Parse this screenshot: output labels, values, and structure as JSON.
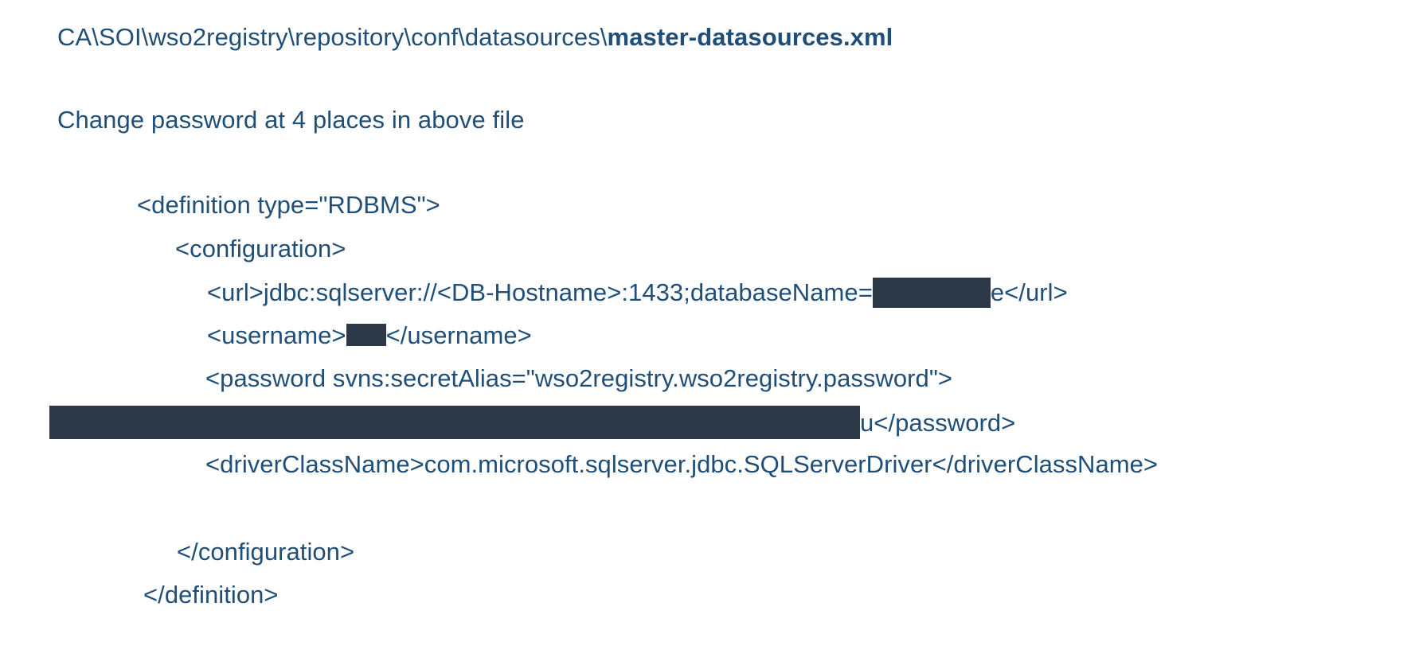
{
  "document": {
    "file_path": {
      "prefix": "CA\\SOI\\wso2registry\\repository\\conf\\datasources\\",
      "filename_bold": "master-datasources.xml"
    },
    "instruction": "Change password at 4 places in above file",
    "code_block": {
      "definition_open": "<definition type=\"RDBMS\">",
      "configuration_open": "<configuration>",
      "url": {
        "before_redaction": "<url>jdbc:sqlserver://<DB-Hostname>:1433;databaseName=",
        "after_redaction": "e</url>"
      },
      "username": {
        "before_redaction": "<username>",
        "after_redaction": "</username>"
      },
      "password_open": "<password svns:secretAlias=\"wso2registry.wso2registry.password\">",
      "password_value": {
        "before_redaction": "",
        "after_redaction": "u</password>"
      },
      "driver_class_name": "<driverClassName>com.microsoft.sqlserver.jdbc.SQLServerDriver</driverClassName>",
      "configuration_close": "</configuration>",
      "definition_close": "</definition>"
    }
  },
  "style": {
    "text_color": "#1f4e79",
    "redaction_color": "#2d3849",
    "background_color": "#ffffff"
  }
}
